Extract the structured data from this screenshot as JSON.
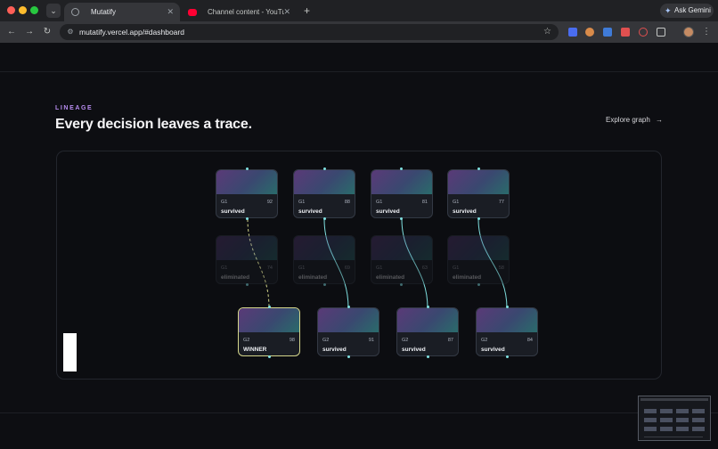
{
  "browser": {
    "tabs": [
      {
        "title": "Mutatify",
        "active": true,
        "icon": "globe-icon"
      },
      {
        "title": "Channel content - YouTube Studio",
        "active": false,
        "icon": "youtube-icon"
      }
    ],
    "url": "mutatify.vercel.app/#dashboard",
    "gemini_label": "Ask Gemini"
  },
  "section": {
    "eyebrow": "LINEAGE",
    "title": "Every decision leaves a trace.",
    "explore_label": "Explore graph",
    "explore_arrow": "→"
  },
  "graph": {
    "top_row": [
      {
        "gen": "G1",
        "score": "92",
        "status": "survived"
      },
      {
        "gen": "G1",
        "score": "88",
        "status": "survived"
      },
      {
        "gen": "G1",
        "score": "81",
        "status": "survived"
      },
      {
        "gen": "G1",
        "score": "77",
        "status": "survived"
      }
    ],
    "middle_row": [
      {
        "gen": "G1",
        "score": "74",
        "status": "eliminated"
      },
      {
        "gen": "G1",
        "score": "69",
        "status": "eliminated"
      },
      {
        "gen": "G1",
        "score": "63",
        "status": "eliminated"
      },
      {
        "gen": "G1",
        "score": "58",
        "status": "eliminated"
      }
    ],
    "bottom_row": [
      {
        "gen": "G2",
        "score": "98",
        "status": "WINNER"
      },
      {
        "gen": "G2",
        "score": "91",
        "status": "survived"
      },
      {
        "gen": "G2",
        "score": "87",
        "status": "survived"
      },
      {
        "gen": "G2",
        "score": "84",
        "status": "survived"
      }
    ]
  },
  "colors": {
    "accent_purple": "#b78cf0",
    "edge_teal": "#7fe0e0",
    "winner_edge": "#d3d58a"
  }
}
